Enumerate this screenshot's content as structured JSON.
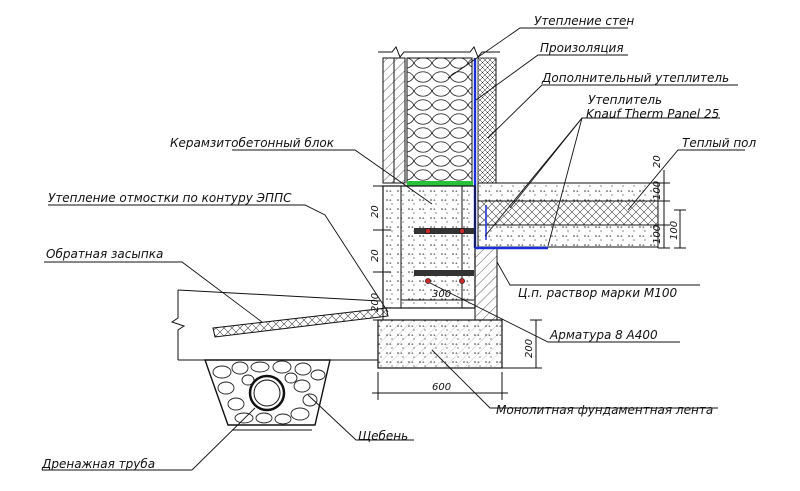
{
  "labels": {
    "wall_insulation": "Утепление стен",
    "vapor_barrier": "Пpоизоляция",
    "extra_insulation": "Дополнительный утеплитель",
    "knauf_line1": "Утеплитель",
    "knauf_line2": "Knauf Therm Panel 25",
    "warm_floor": "Теплый пол",
    "claydite_block": "Керамзитобетонный блок",
    "blind_area_insulation": "Утепление отмостки по контуру ЭППС",
    "backfill": "Обратная засыпка",
    "mortar": "Ц.п. раствор марки М100",
    "rebar": "Арматура 8 А400",
    "strip_foundation": "Монолитная фундаментная лента",
    "gravel": "Щебень",
    "drain_pipe": "Дренажная труба"
  },
  "dimensions": {
    "block_h1": "20",
    "block_h2": "20",
    "block_h3": "200",
    "mortar_w": "300",
    "floor_top": "20",
    "floor_layer1": "100",
    "floor_layer2": "100",
    "floor_total": "100",
    "footing_h": "200",
    "footing_w": "600"
  },
  "colors": {
    "lines": "#111111",
    "waterproofing": "#1a2fd8",
    "green_strip": "#27c23a"
  }
}
